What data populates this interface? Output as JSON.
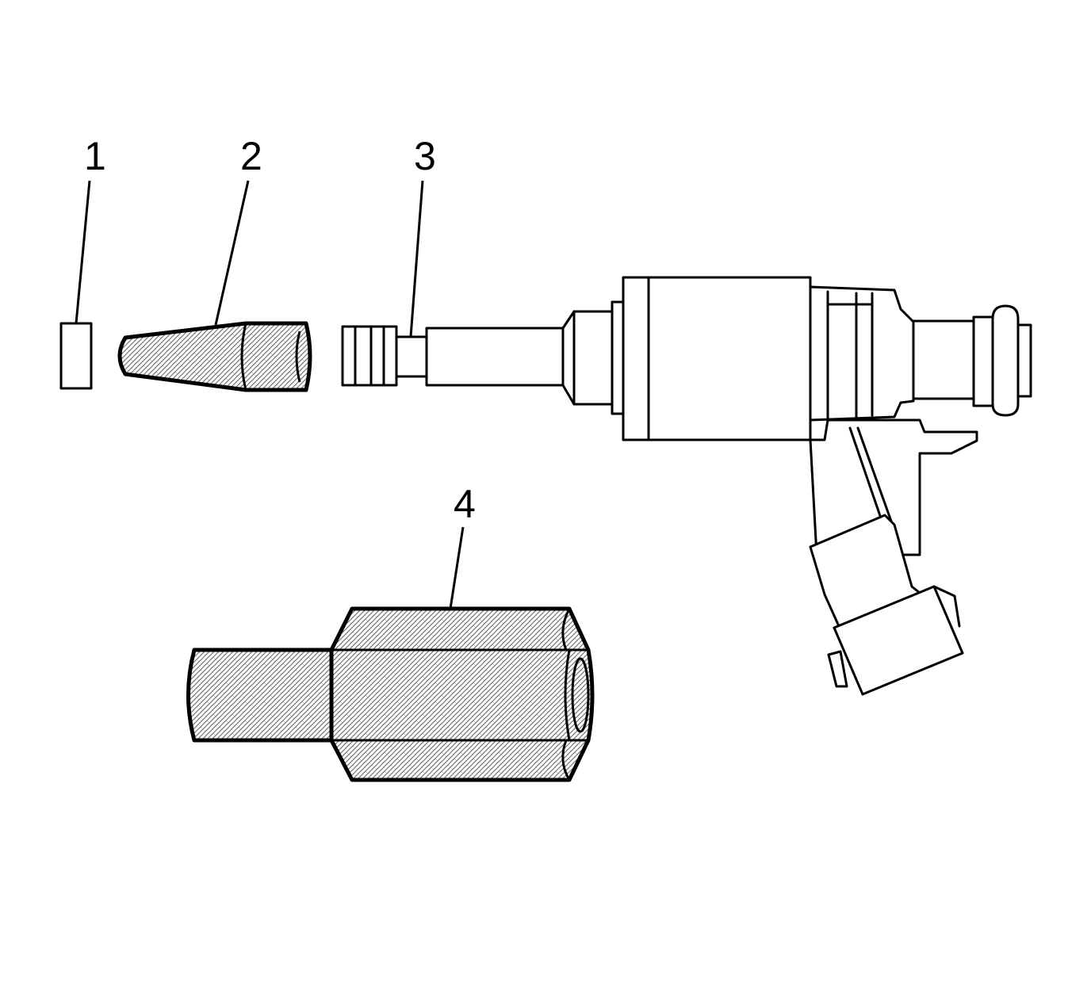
{
  "callouts": [
    {
      "id": "1",
      "label": "1"
    },
    {
      "id": "2",
      "label": "2"
    },
    {
      "id": "3",
      "label": "3"
    },
    {
      "id": "4",
      "label": "4"
    }
  ],
  "colors": {
    "line": "#000000",
    "background": "#ffffff",
    "tool_shading": "#b0b0b0"
  }
}
